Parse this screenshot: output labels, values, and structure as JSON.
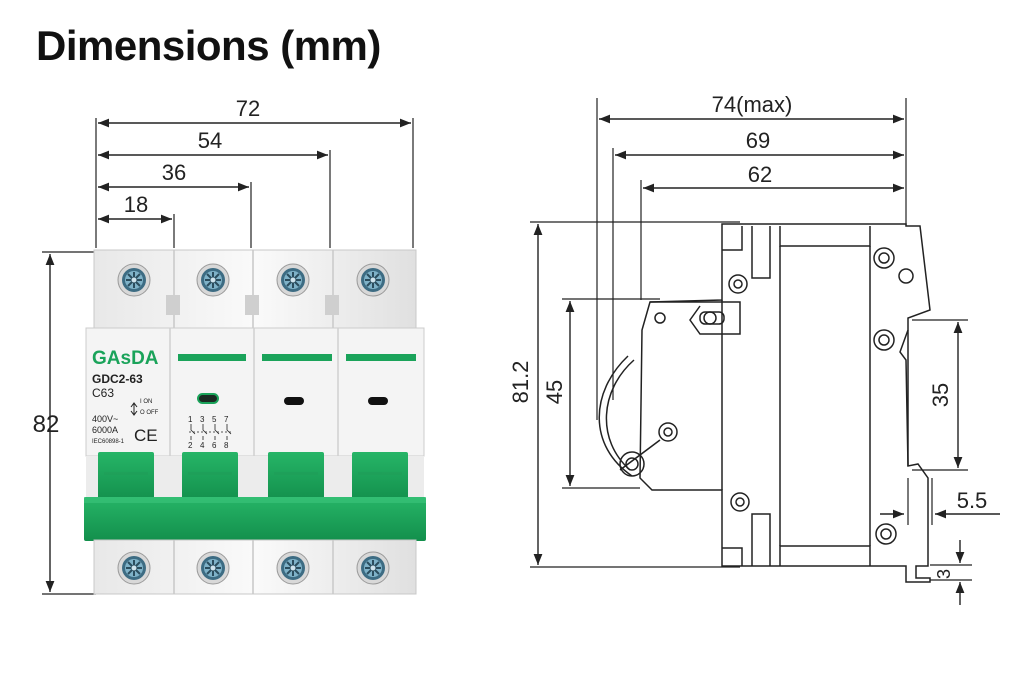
{
  "title": "Dimensions (mm)",
  "colors": {
    "accent_green": "#1aa35a",
    "line": "#222222"
  },
  "front_view": {
    "widths": [
      "72",
      "54",
      "36",
      "18"
    ],
    "height": "82",
    "brand": "GAѕDA",
    "model": "GDC2-63",
    "rating": "C63",
    "switch_on": "I ON",
    "switch_off": "O OFF",
    "voltage": "400V~",
    "breaking": "6000A",
    "standard": "IEC60898-1",
    "ce_mark": "CE",
    "terminals": [
      "1",
      "3",
      "5",
      "7",
      "2",
      "4",
      "6",
      "8"
    ]
  },
  "side_view": {
    "depth_max": "74(max)",
    "depth_2": "69",
    "depth_3": "62",
    "height_total": "81.2",
    "height_front": "45",
    "rail_35": "35",
    "offset_55": "5.5",
    "offset_3": "3"
  }
}
